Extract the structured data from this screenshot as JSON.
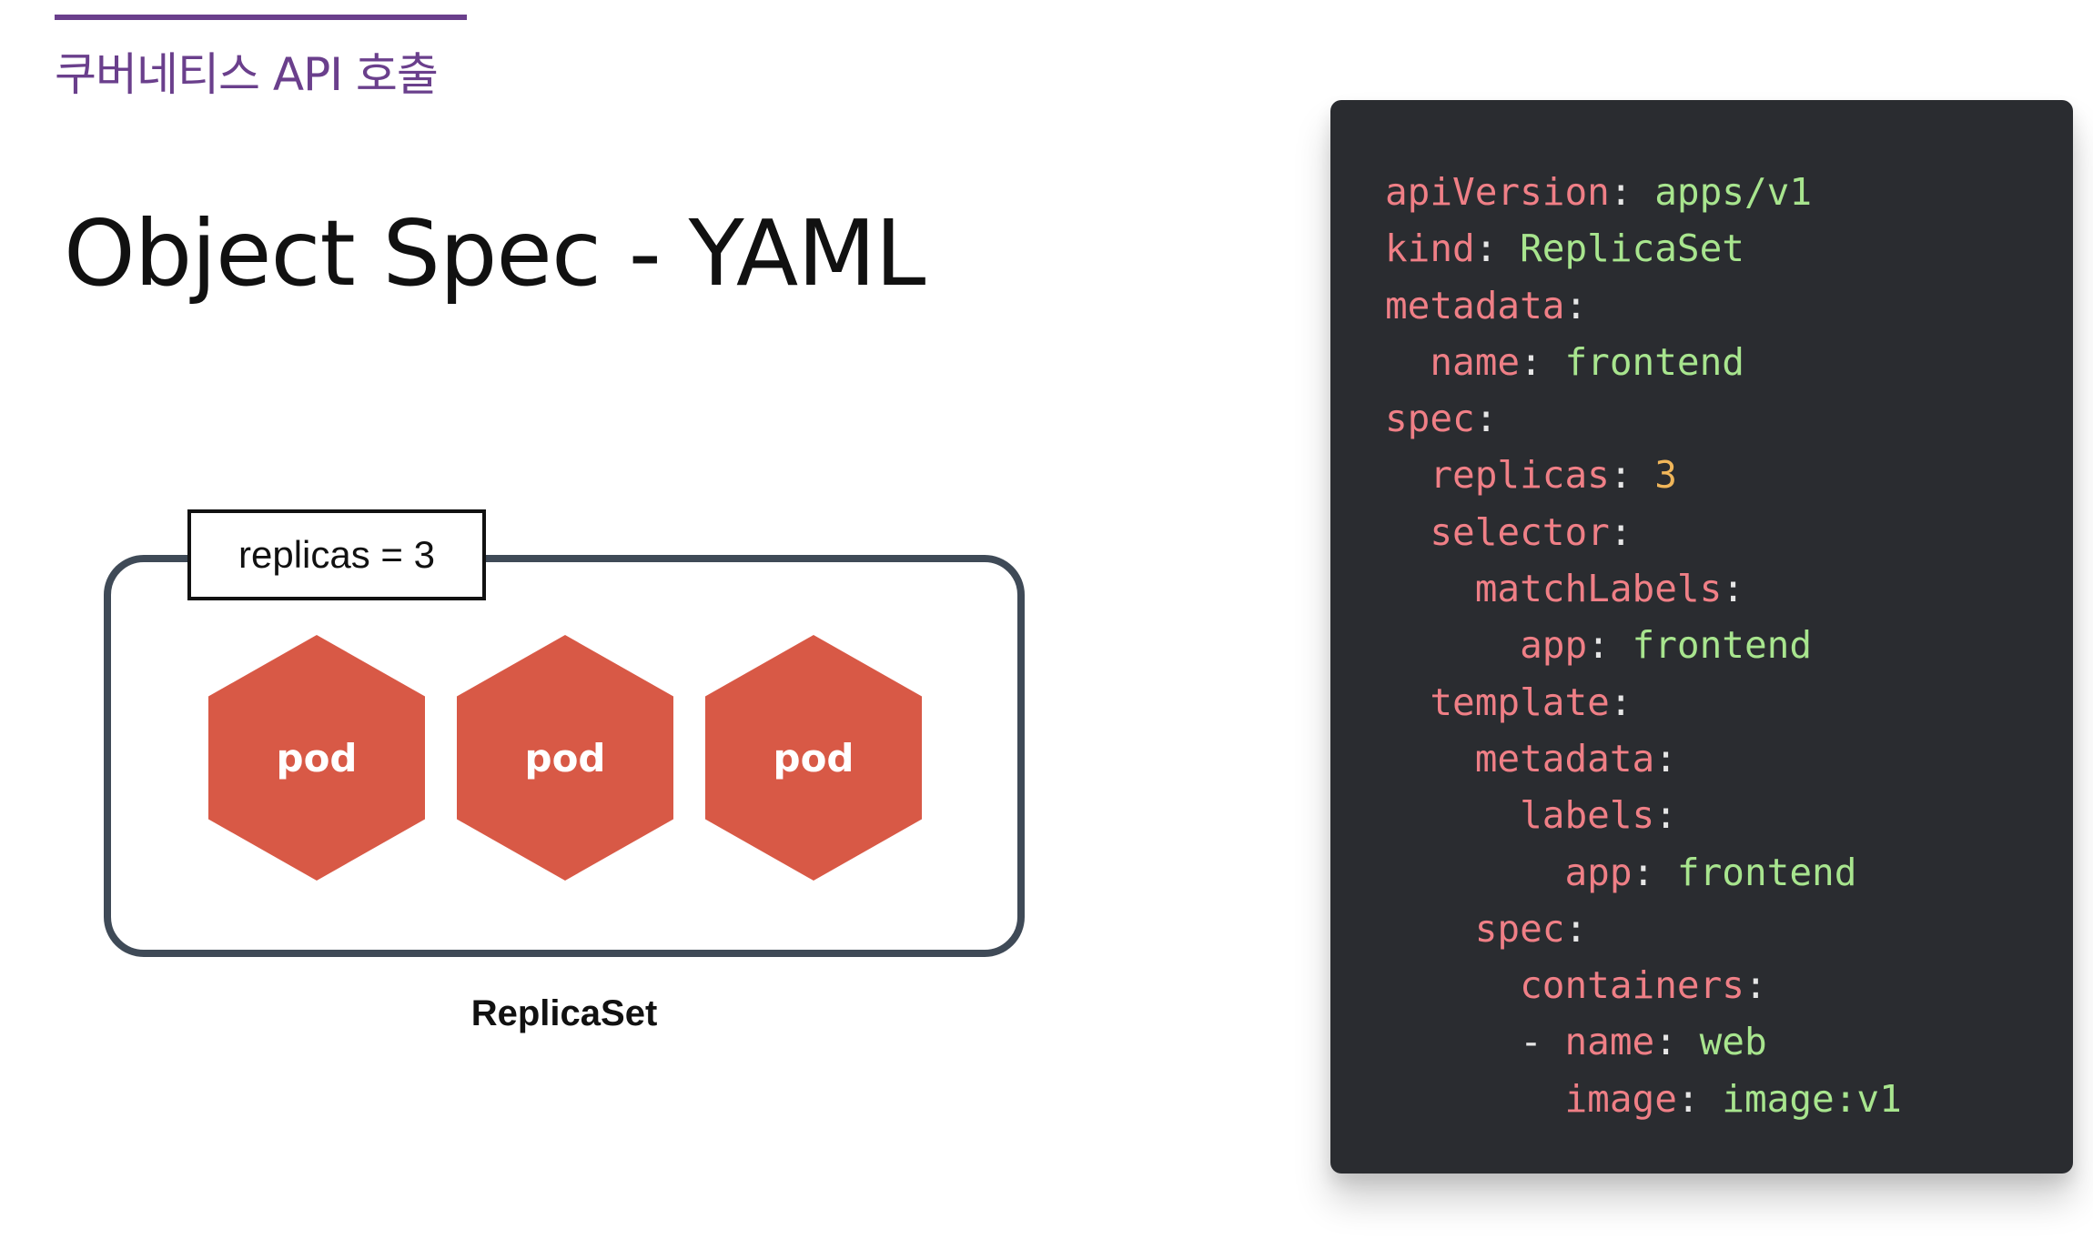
{
  "header": {
    "section_label": "쿠버네티스 API 호출"
  },
  "title": "Object Spec - YAML",
  "diagram": {
    "replicas_label": "replicas = 3",
    "pods": [
      "pod",
      "pod",
      "pod"
    ],
    "caption": "ReplicaSet",
    "colors": {
      "pod_fill": "#d85946",
      "box_border": "#3f4a57"
    }
  },
  "code": {
    "background": "#2a2c30",
    "colors": {
      "key": "#ef7f86",
      "string": "#a8e58e",
      "number": "#f0b65a"
    },
    "lines": [
      {
        "indent": "",
        "dash": "",
        "key": "apiVersion",
        "sep": ": ",
        "value": "apps/v1"
      },
      {
        "indent": "",
        "dash": "",
        "key": "kind",
        "sep": ": ",
        "value": "ReplicaSet"
      },
      {
        "indent": "",
        "dash": "",
        "key": "metadata",
        "sep": ":",
        "value": ""
      },
      {
        "indent": "  ",
        "dash": "",
        "key": "name",
        "sep": ": ",
        "value": "frontend"
      },
      {
        "indent": "",
        "dash": "",
        "key": "spec",
        "sep": ":",
        "value": ""
      },
      {
        "indent": "  ",
        "dash": "",
        "key": "replicas",
        "sep": ": ",
        "value": "",
        "number": "3"
      },
      {
        "indent": "  ",
        "dash": "",
        "key": "selector",
        "sep": ":",
        "value": ""
      },
      {
        "indent": "    ",
        "dash": "",
        "key": "matchLabels",
        "sep": ":",
        "value": ""
      },
      {
        "indent": "      ",
        "dash": "",
        "key": "app",
        "sep": ": ",
        "value": "frontend"
      },
      {
        "indent": "  ",
        "dash": "",
        "key": "template",
        "sep": ":",
        "value": ""
      },
      {
        "indent": "    ",
        "dash": "",
        "key": "metadata",
        "sep": ":",
        "value": ""
      },
      {
        "indent": "      ",
        "dash": "",
        "key": "labels",
        "sep": ":",
        "value": ""
      },
      {
        "indent": "        ",
        "dash": "",
        "key": "app",
        "sep": ": ",
        "value": "frontend"
      },
      {
        "indent": "    ",
        "dash": "",
        "key": "spec",
        "sep": ":",
        "value": ""
      },
      {
        "indent": "      ",
        "dash": "",
        "key": "containers",
        "sep": ":",
        "value": ""
      },
      {
        "indent": "      ",
        "dash": "- ",
        "key": "name",
        "sep": ": ",
        "value": "web"
      },
      {
        "indent": "        ",
        "dash": "",
        "key": "image",
        "sep": ": ",
        "value": "image:v1"
      }
    ]
  }
}
